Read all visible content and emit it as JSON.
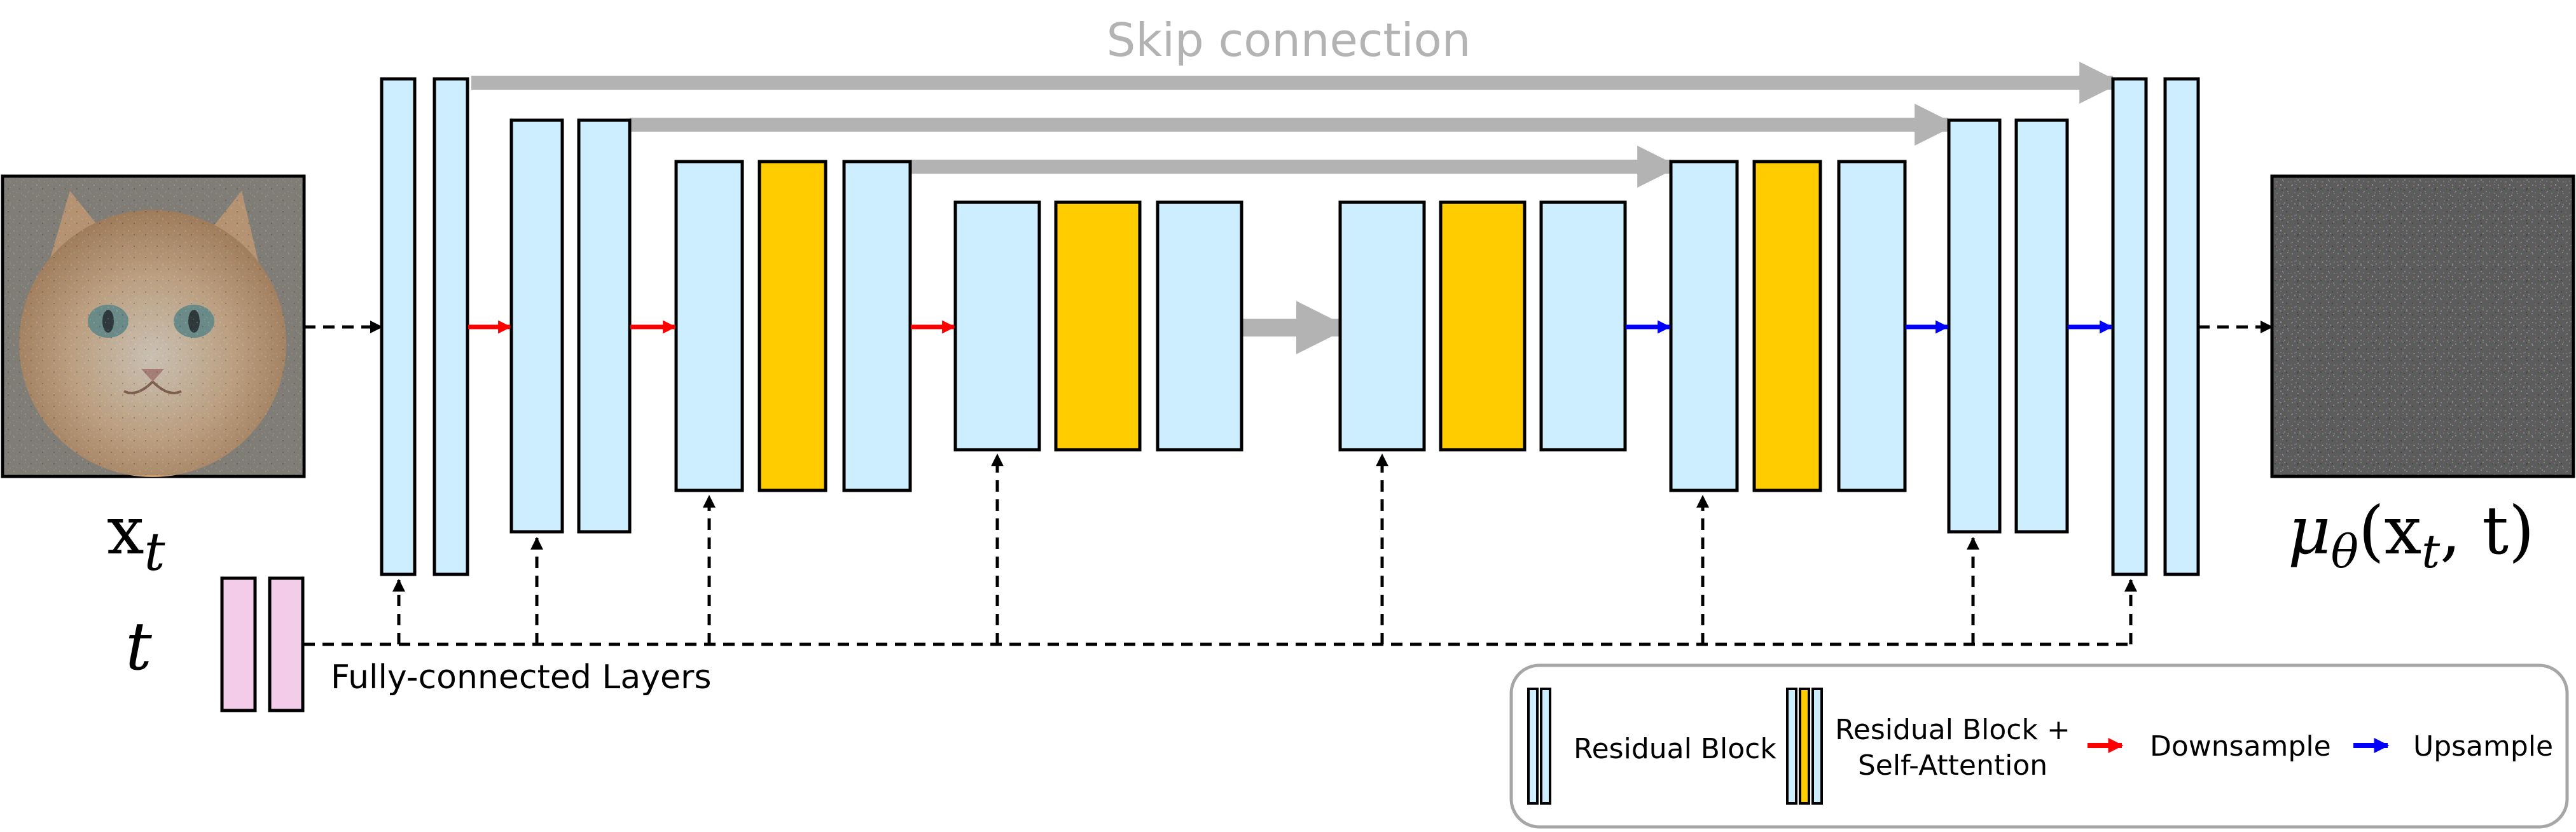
{
  "title": "Skip connection",
  "input": {
    "label_base": "x",
    "label_sub": "t",
    "image_desc": "noisy cat photo"
  },
  "time": {
    "label": "t",
    "fc_label": "Fully-connected Layers"
  },
  "output": {
    "label_mu": "μ",
    "label_theta": "θ",
    "label_open": "(x",
    "label_sub": "t",
    "label_close": ", t)"
  },
  "legend": {
    "residual": "Residual Block",
    "residual_attn_line1": "Residual Block +",
    "residual_attn_line2": "Self-Attention",
    "downsample": "Downsample",
    "upsample": "Upsample"
  },
  "colors": {
    "residual_block": "#cceeff",
    "attention_block": "#ffcc00",
    "fc_layer": "#f2cce8",
    "downsample_arrow": "#ff0000",
    "upsample_arrow": "#0000ff",
    "skip_arrow": "#b3b3b3",
    "outline": "#000000"
  }
}
